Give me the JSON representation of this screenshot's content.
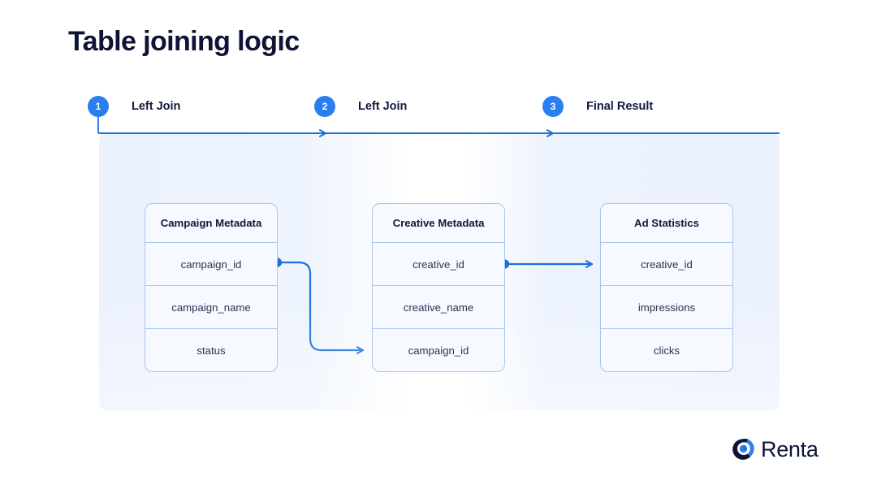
{
  "page": {
    "title": "Table joining logic",
    "accent_blue": "#2a7ff0",
    "dark_navy": "#0d1436",
    "band_blue": "#ecf2fd",
    "border_blue": "#a9c4ef"
  },
  "steps": [
    {
      "number": "1",
      "label": "Left Join"
    },
    {
      "number": "2",
      "label": "Left Join"
    },
    {
      "number": "3",
      "label": "Final Result"
    }
  ],
  "entities": [
    {
      "title": "Campaign Metadata",
      "rows": [
        "campaign_id",
        "campaign_name",
        "status"
      ]
    },
    {
      "title": "Creative Metadata",
      "rows": [
        "creative_id",
        "creative_name",
        "campaign_id"
      ]
    },
    {
      "title": "Ad Statistics",
      "rows": [
        "creative_id",
        "impressions",
        "clicks"
      ]
    }
  ],
  "joins": [
    {
      "from_entity": "Campaign Metadata",
      "from_field": "campaign_id",
      "to_entity": "Creative Metadata",
      "to_field": "campaign_id",
      "style": "elbow-curve"
    },
    {
      "from_entity": "Creative Metadata",
      "from_field": "creative_id",
      "to_entity": "Ad Statistics",
      "to_field": "creative_id",
      "style": "straight"
    }
  ],
  "logo": {
    "wordmark": "Renta",
    "mark": "renta-circle-mark"
  }
}
